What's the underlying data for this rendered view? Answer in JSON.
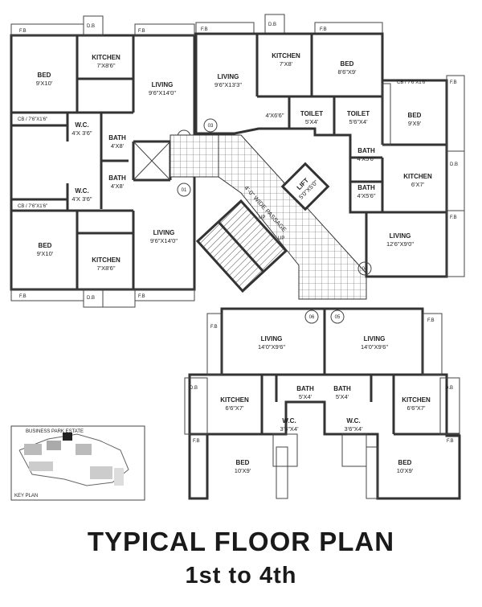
{
  "title": "TYPICAL FLOOR PLAN",
  "subtitle": "1st to 4th",
  "flats": [
    "01",
    "02",
    "03",
    "04",
    "05",
    "06"
  ],
  "rooms": {
    "bed_a": "BED",
    "bed_a_dim": "9'X10'",
    "kitchen_a": "KITCHEN",
    "kitchen_a_dim": "7'X8'6\"",
    "living_a": "LIVING",
    "living_a_dim": "9'6\"X14'0\"",
    "bath_a": "BATH",
    "bath_a_dim": "4'X8'",
    "bath_a2": "BATH",
    "bath_a2_dim": "4'X8'",
    "wc_a": "W.C.",
    "wc_a_dim": "4'X 3'6\"",
    "wc_b": "W.C.",
    "wc_b_dim": "4'X 3'6\"",
    "bed_b": "BED",
    "bed_b_dim": "9'X10'",
    "kitchen_b": "KITCHEN",
    "kitchen_b_dim": "7'X8'6\"",
    "living_b": "LIVING",
    "living_b_dim": "9'6\"X14'0\"",
    "living_c": "LIVING",
    "living_c_dim": "9'6\"X13'3\"",
    "kitchen_c": "KITCHEN",
    "kitchen_c_dim": "7'X8'",
    "bed_c": "BED",
    "bed_c_dim": "8'6\"X9'",
    "toilet_1": "TOILET",
    "toilet_1_dim": "5'X4'",
    "toilet_2": "TOILET",
    "toilet_2_dim": "5'6\"X4'",
    "passage_dim": "4'X6'6\"",
    "bed_d": "BED",
    "bed_d_dim": "9'X9'",
    "bath_d": "BATH",
    "bath_d_dim": "4'X5'6\"",
    "bath_d2": "BATH",
    "bath_d2_dim": "4'X5'6\"",
    "kitchen_d": "KITCHEN",
    "kitchen_d_dim": "6'X7'",
    "living_d": "LIVING",
    "living_d_dim": "12'6\"X9'0\"",
    "lift": "LIFT",
    "lift_dim": "5'0\"X5'0\"",
    "passage": "4'-0\" WIDE PASSAGE",
    "up": "UP",
    "living_e": "LIVING",
    "living_e_dim": "14'0\"X9'6\"",
    "living_f": "LIVING",
    "living_f_dim": "14'0\"X9'6\"",
    "bath_e": "BATH",
    "bath_e_dim": "5'X4'",
    "bath_f": "BATH",
    "bath_f_dim": "5'X4'",
    "kitchen_e": "KITCHEN",
    "kitchen_e_dim": "6'6\"X7'",
    "kitchen_f": "KITCHEN",
    "kitchen_f_dim": "6'6\"X7'",
    "wc_e": "W.C.",
    "wc_e_dim": "3'6\"X4'",
    "wc_f": "W.C.",
    "wc_f_dim": "3'6\"X4'",
    "bed_e": "BED",
    "bed_e_dim": "10'X9'",
    "bed_f": "BED",
    "bed_f_dim": "10'X9'"
  },
  "fixtures": {
    "fb": "F.B",
    "db": "D.B",
    "cb1": "CB / 7'6\"X1'6\"",
    "cb2": "CB / 7'6\"X1'6\"",
    "cb3": "CB / 7'6\"X1'6\""
  },
  "key_plan": {
    "label": "BUSINESS PARK ESTATE",
    "caption": "KEY PLAN"
  }
}
